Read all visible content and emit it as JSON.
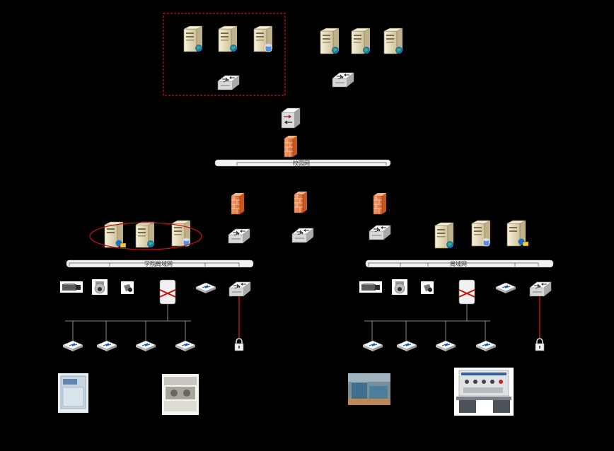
{
  "labels": {
    "campus_network": "校园网",
    "college_lan": "学院局域网",
    "local_lan": "局域网"
  },
  "icons": {
    "server": "server-icon",
    "database_server": "database-server-icon",
    "switch": "switch-icon",
    "firewall": "firewall-icon",
    "router": "router-icon",
    "bus_network": "network-bus-icon",
    "camera": "camera-icon",
    "dome_camera": "dome-camera-icon",
    "bullet_camera": "bullet-camera-icon",
    "access_point": "wireless-access-point-icon",
    "lock": "lock-icon",
    "equipment_photo": "equipment-photo"
  },
  "colors": {
    "background": "#000000",
    "highlight_box": "#cc1111",
    "server_body": "#e9dfc2",
    "firewall": "#e8804a",
    "link_line": "#888888",
    "red_link": "#cc1111"
  }
}
